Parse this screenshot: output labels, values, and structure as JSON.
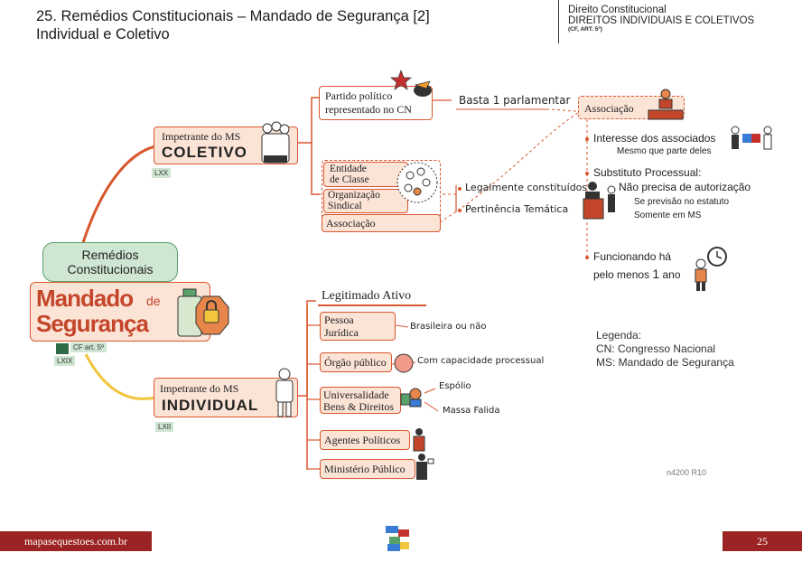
{
  "header": {
    "title_line1": "25. Remédios Constitucionais – Mandado de Segurança [2]",
    "title_line2": "Individual e Coletivo",
    "subject": "Direito Constitucional",
    "topic": "DIREITOS INDIVIDUAIS E COLETIVOS",
    "reference": "(CF, ART. 5º)"
  },
  "center": {
    "remedios": "Remédios Constitucionais",
    "mandado": "Mandado",
    "de": "de",
    "seguranca": "Segurança",
    "cf_tag": "CF art. 5º",
    "lxix": "LXIX"
  },
  "coletivo": {
    "label1": "Impetrante do MS",
    "label2": "COLETIVO",
    "tag": "LXX",
    "partido_line1": "Partido político",
    "partido_line2": "representado no CN",
    "basta": "Basta 1 parlamentar",
    "entidade_line1": "Entidade",
    "entidade_line2": "de Classe",
    "organizacao_line1": "Organização",
    "organizacao_line2": "Sindical",
    "associacao": "Associação",
    "legalmente": "Legalmente constituídos",
    "pertinencia": "Pertinência Temática",
    "assoc_box": "Associação",
    "interesse": "Interesse dos associados",
    "mesmo": "Mesmo que parte deles",
    "substituto": "Substituto Processual:",
    "nao_precisa": "Não precisa de autorização",
    "se_previsao": "Se previsão no estatuto",
    "somente": "Somente em MS",
    "funcionando_1": "Funcionando há",
    "funcionando_2a": "pelo menos ",
    "funcionando_2b": "1",
    "funcionando_2c": " ano"
  },
  "individual": {
    "label1": "Impetrante do MS",
    "label2": "INDIVIDUAL",
    "tag": "LXII",
    "legitimado": "Legitimado Ativo",
    "pessoa_line1": "Pessoa",
    "pessoa_line2": "Jurídica",
    "brasileira": "Brasileira ou não",
    "orgao": "Órgão público",
    "capacidade": "Com capacidade processual",
    "univ_line1": "Universalidade",
    "univ_line2": "Bens & Direitos",
    "espolio": "Espólio",
    "massa": "Massa Falida",
    "agentes": "Agentes Políticos",
    "ministerio": "Ministério Público"
  },
  "legend": {
    "title": "Legenda:",
    "cn": "CN: Congresso Nacional",
    "ms": "MS: Mandado de Segurança"
  },
  "code": "n4200 R10",
  "footer": {
    "site": "mapasequestoes.com.br",
    "page": "25"
  },
  "colors": {
    "accent": "#d9572e",
    "footer": "#9b2323",
    "green": "#cfe6d2",
    "peach": "#fbe3d6",
    "yellow": "#f2c53d"
  }
}
